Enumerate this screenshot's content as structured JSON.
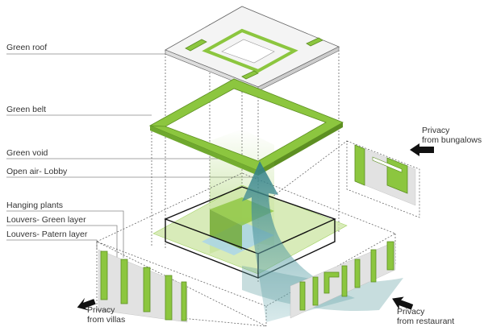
{
  "labels": {
    "green_roof": "Green roof",
    "green_belt": "Green belt",
    "green_void": "Green void",
    "open_air_lobby": "Open air- Lobby",
    "hanging_plants": "Hanging plants",
    "louvers_green": "Louvers- Green layer",
    "louvers_pattern": "Louvers- Patern layer"
  },
  "privacy": {
    "bungalows": [
      "Privacy",
      "from bungalows"
    ],
    "villas": [
      "Privacy",
      "from villas"
    ],
    "restaurant": [
      "Privacy",
      "from restaurant"
    ]
  },
  "colors": {
    "green": "#8cc63f",
    "light_green": "#cfe7a8",
    "airflow": "#5f9ea0",
    "water": "#a9d4ec"
  }
}
